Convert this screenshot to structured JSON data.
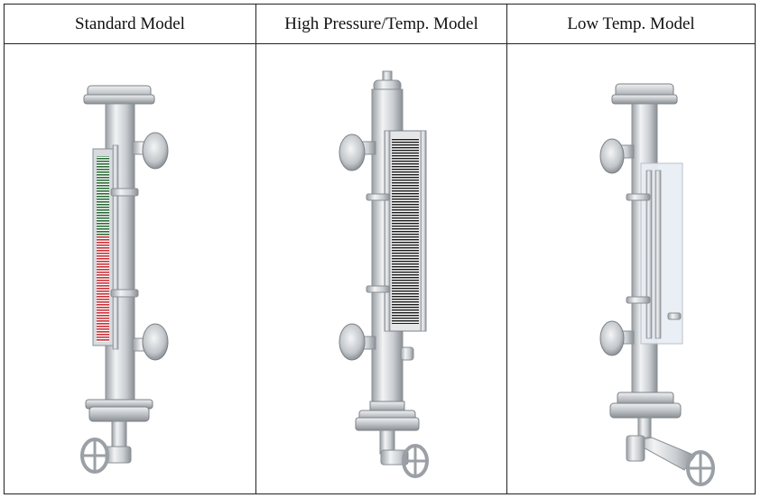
{
  "table": {
    "columns": [
      {
        "header": "Standard Model",
        "image": "standard-level-gauge"
      },
      {
        "header": "High Pressure/Temp. Model",
        "image": "high-pressure-temp-level-gauge"
      },
      {
        "header": "Low Temp.  Model",
        "image": "low-temp-level-gauge"
      }
    ]
  },
  "colors": {
    "steel_light": "#e6e8ea",
    "steel_mid": "#bfc3c7",
    "steel_dark": "#8a8f94",
    "indicator_green": "#2e6b3a",
    "indicator_red": "#c8323a",
    "frost_panel": "#e9eef5"
  }
}
